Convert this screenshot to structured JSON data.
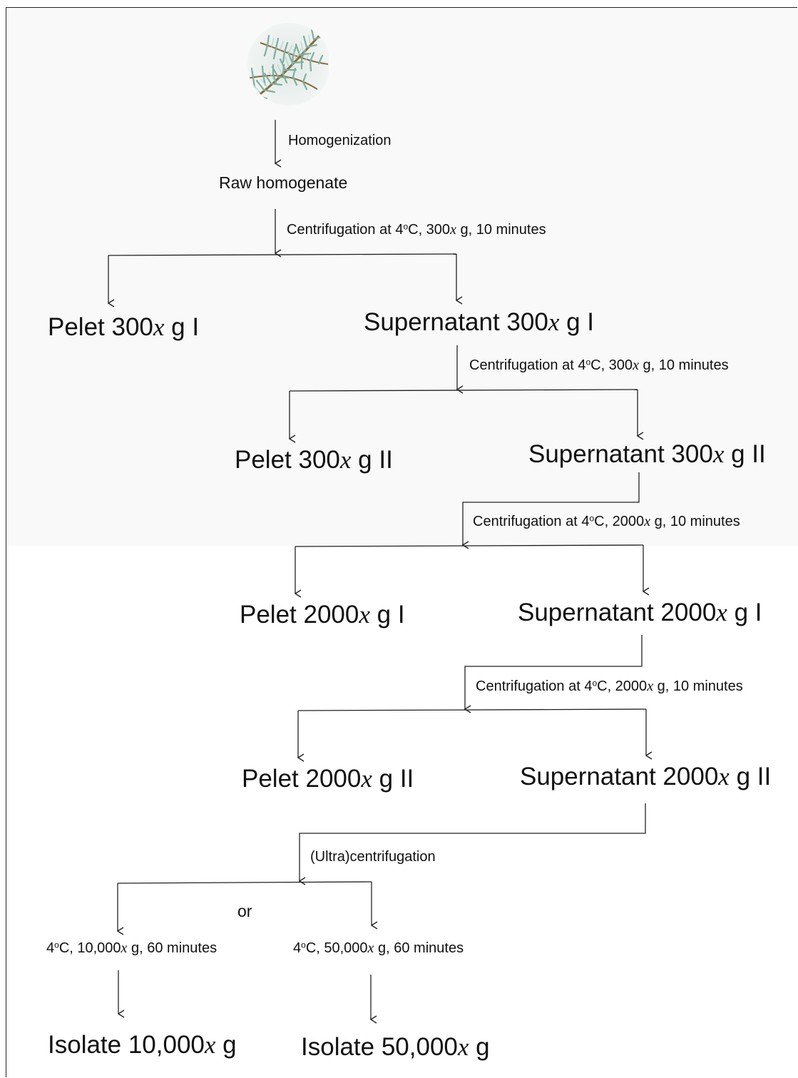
{
  "nodes": {
    "homogenization": "Homogenization",
    "raw": "Raw homogenate",
    "c1": {
      "pre": "Centrifugation at 4",
      "deg": "o",
      "post": "C, 300",
      "x": "x",
      "tail": " g, 10 minutes"
    },
    "pelet1": {
      "pre": "Pelet 300",
      "x": "x",
      "post": " g I"
    },
    "sup1": {
      "pre": "Supernatant 300",
      "x": "x",
      "post": " g I"
    },
    "c2": {
      "pre": "Centrifugation at 4",
      "deg": "o",
      "post": "C, 300",
      "x": "x",
      "tail": " g, 10 minutes"
    },
    "pelet2": {
      "pre": "Pelet 300",
      "x": "x",
      "post": " g II"
    },
    "sup2": {
      "pre": "Supernatant 300",
      "x": "x",
      "post": " g II"
    },
    "c3": {
      "pre": "Centrifugation at 4",
      "deg": "o",
      "post": "C, 2000",
      "x": "x",
      "tail": " g, 10 minutes"
    },
    "pelet3": {
      "pre": "Pelet 2000",
      "x": "x",
      "post": " g I"
    },
    "sup3": {
      "pre": "Supernatant 2000",
      "x": "x",
      "post": " g I"
    },
    "c4": {
      "pre": "Centrifugation at 4",
      "deg": "o",
      "post": "C, 2000",
      "x": "x",
      "tail": " g, 10 minutes"
    },
    "pelet4": {
      "pre": "Pelet 2000",
      "x": "x",
      "post": " g II"
    },
    "sup4": {
      "pre": "Supernatant 2000",
      "x": "x",
      "post": " g II"
    },
    "ultra": "(Ultra)centrifugation",
    "or": "or",
    "cond_left": {
      "pre": "4",
      "deg": "o",
      "post": "C, 10,000",
      "x": "x",
      "tail": " g, 60 minutes"
    },
    "cond_right": {
      "pre": "4",
      "deg": "o",
      "post": "C, 50,000",
      "x": "x",
      "tail": " g, 60 minutes"
    },
    "iso_left": {
      "pre": "Isolate 10,000",
      "x": "x",
      "post": " g"
    },
    "iso_right": {
      "pre": "Isolate 50,000",
      "x": "x",
      "post": " g"
    }
  },
  "image": {
    "name": "spruce-branch"
  },
  "colors": {
    "line": "#222222",
    "top_band": "#f9f9f9",
    "needle": "#8fb8ad",
    "stem": "#8a6a3a"
  }
}
